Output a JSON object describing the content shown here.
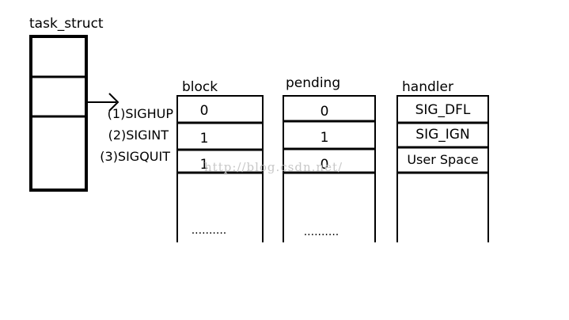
{
  "task_struct": {
    "label": "task_struct"
  },
  "signals": [
    {
      "label": "(1)SIGHUP"
    },
    {
      "label": "(2)SIGINT"
    },
    {
      "label": "(3)SIGQUIT"
    }
  ],
  "block": {
    "label": "block",
    "values": [
      "0",
      "1",
      "1"
    ],
    "ellipsis": ".........."
  },
  "pending": {
    "label": "pending",
    "values": [
      "0",
      "1",
      "0"
    ],
    "ellipsis": ".........."
  },
  "handler": {
    "label": "handler",
    "values": [
      "SIG_DFL",
      "SIG_IGN",
      "User Space"
    ]
  },
  "watermark": {
    "text": "http://blog.csdn.net/"
  }
}
